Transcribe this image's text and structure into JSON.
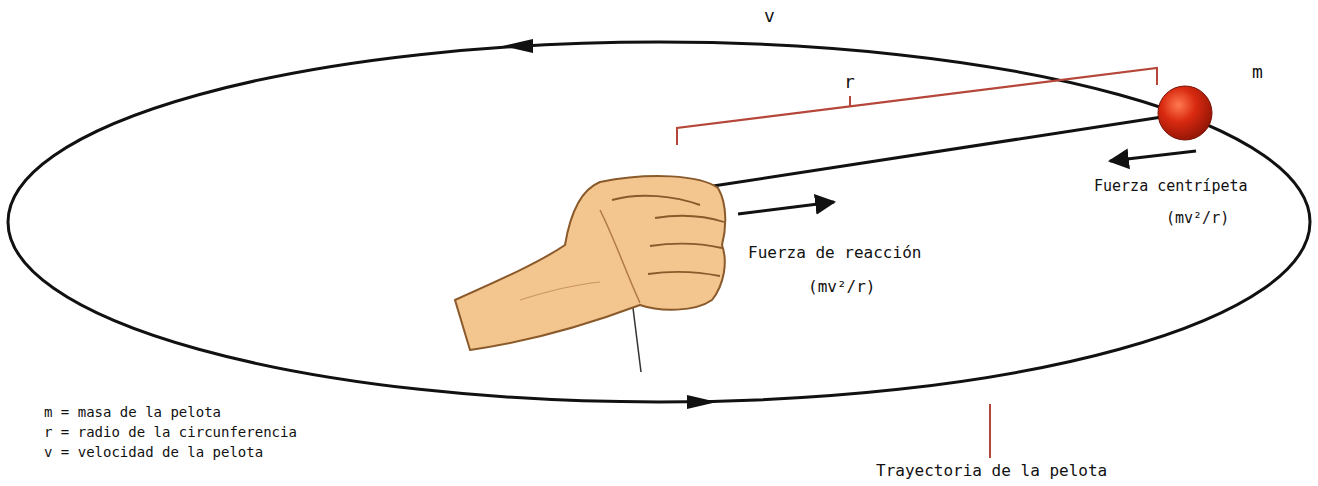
{
  "diagram": {
    "labels": [
      "v",
      "r",
      "m",
      "Fuerza centrípeta",
      "(mv²/r)",
      "Fuerza de reacción",
      "(mv²/r)",
      "Trayectoria de la pelota",
      "m = masa de la pelota",
      "r = radio de la circunferencia",
      "v = velocidad de la pelota"
    ]
  }
}
